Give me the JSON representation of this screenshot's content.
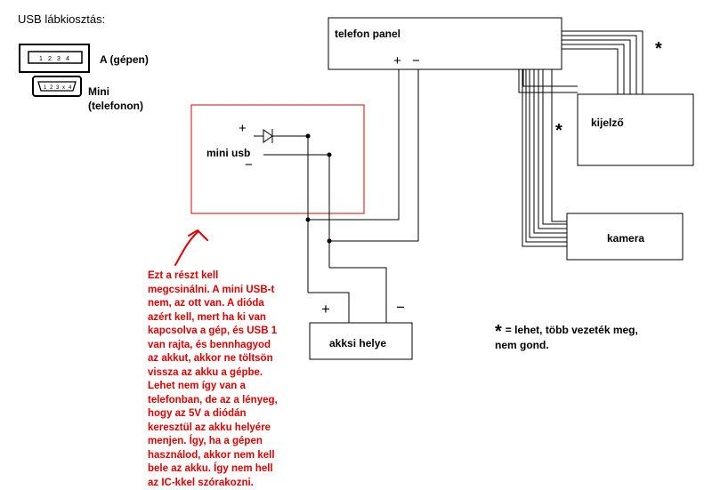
{
  "usb_pinout": {
    "title": "USB lábkiosztás:",
    "type_a": {
      "pins": [
        "1",
        "2",
        "3",
        "4"
      ],
      "label": "A (gépen)"
    },
    "mini": {
      "pins": [
        "1",
        "2",
        "3",
        "x",
        "4"
      ],
      "label_line1": "Mini",
      "label_line2": "(telefonon)"
    }
  },
  "blocks": {
    "phone_panel": "telefon panel",
    "display": "kijelző",
    "camera": "kamera",
    "battery": "akksi helye",
    "mini_usb": "mini usb"
  },
  "signs": {
    "plus": "+",
    "minus": "−"
  },
  "star": "*",
  "note_lines": [
    "Ezt a részt kell",
    "megcsinálni. A mini USB-t",
    "nem, az ott van. A dióda",
    "azért kell, mert ha ki van",
    "kapcsolva a gép, és USB 1",
    "van rajta, és bennhagyod",
    "az akkut, akkor ne töltsön",
    "vissza az akku a gépbe.",
    "Lehet nem így van a",
    "telefonban, de az a lényeg,",
    "hogy az 5V a diódán",
    "keresztül az akku helyére",
    "menjen. Így, ha a gépen",
    "használod, akkor nem kell",
    "bele az akku. Így nem hell",
    "az IC-kkel szórakozni."
  ],
  "legend": {
    "line1": "= lehet, több vezeték meg,",
    "line2": "nem gond."
  },
  "colors": {
    "ink": "#000000",
    "annotation": "#e00000",
    "background": "#ffffff"
  }
}
